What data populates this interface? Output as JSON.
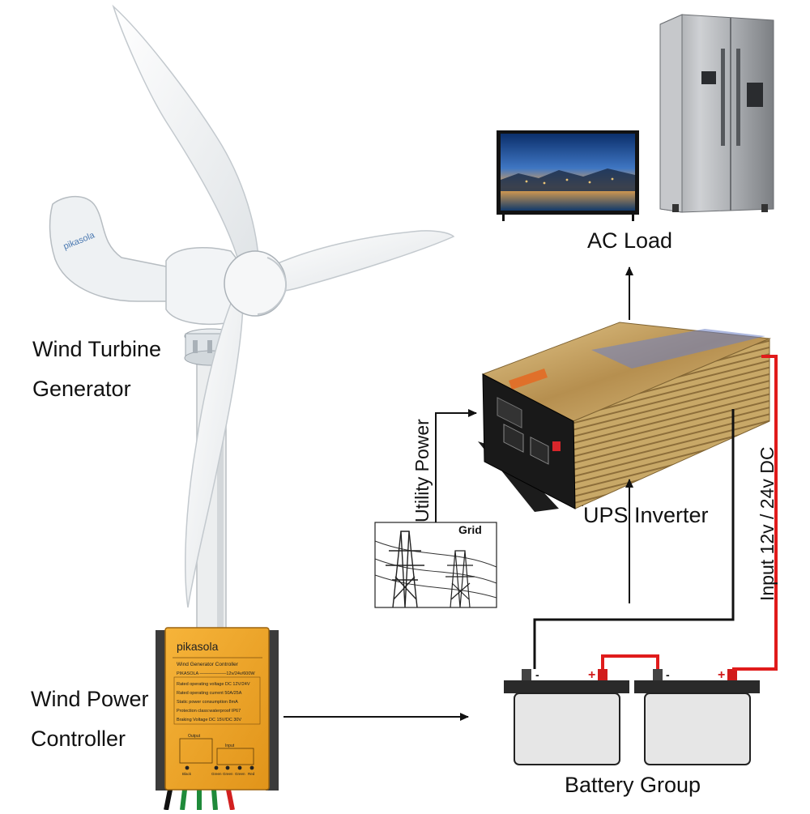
{
  "labels": {
    "turbine_line1": "Wind Turbine",
    "turbine_line2": "Generator",
    "controller_line1": "Wind Power",
    "controller_line2": "Controller",
    "ac_load": "AC Load",
    "ups_inverter": "UPS Inverter",
    "battery_group": "Battery Group",
    "utility_power": "Utility Power",
    "grid": "Grid",
    "input_dc": "Input 12v / 24v DC"
  },
  "turbine": {
    "brand": "pikasola"
  },
  "controller": {
    "brand": "pikasola",
    "title": "Wind Generator Controller",
    "model": "PIKASOLA ——————12v/24v/600W",
    "specs": [
      "Rated operating voltage DC 12V/24V",
      "Rated operating current 50A/25A",
      "Static power consumption 8mA",
      "Protection class:waterproof IP67",
      "Braking Voltage DC 15V/DC 30V"
    ],
    "output_label": "Output",
    "input_label": "Input",
    "terminals": [
      "Black",
      "Green",
      "Green",
      "Green",
      "Red"
    ]
  },
  "battery": {
    "pos": "+",
    "neg": "-"
  },
  "colors": {
    "wire_red": "#e01b1b",
    "wire_black": "#111111",
    "controller_body": "#f0a41e",
    "inverter_gold": "#c9a560",
    "battery_body": "#e6e6e6",
    "fridge_steel": "#a9acb0"
  }
}
